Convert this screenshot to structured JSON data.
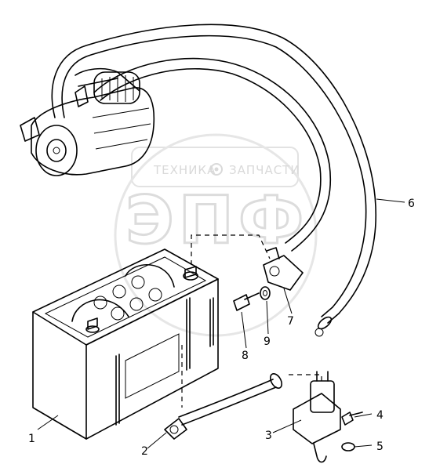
{
  "watermark": {
    "line1": "ТЕХНИКА",
    "line2": "ЗАПЧАСТИ",
    "logo": "ЭПФ"
  },
  "callouts": [
    {
      "id": "1",
      "label": "1"
    },
    {
      "id": "2",
      "label": "2"
    },
    {
      "id": "3",
      "label": "3"
    },
    {
      "id": "4",
      "label": "4"
    },
    {
      "id": "5",
      "label": "5"
    },
    {
      "id": "6",
      "label": "6"
    },
    {
      "id": "7",
      "label": "7"
    },
    {
      "id": "8",
      "label": "8"
    },
    {
      "id": "9",
      "label": "9"
    }
  ],
  "icons": {
    "watermark_gear": "gear-icon"
  }
}
